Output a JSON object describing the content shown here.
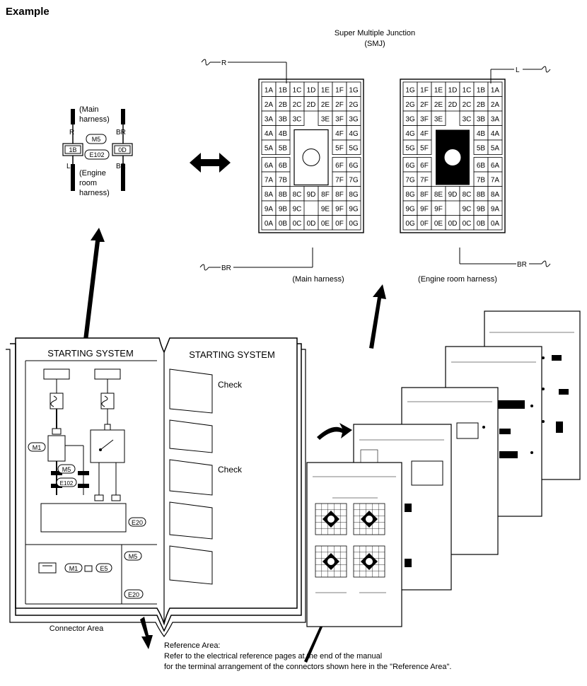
{
  "header": {
    "title": "Example"
  },
  "smj": {
    "title_line1": "Super Multiple Junction",
    "title_line2": "(SMJ)"
  },
  "connector_inset": {
    "main_harness": "(Main harness)",
    "engine_room_harness": "(Engine room harness)",
    "wire_r": "R",
    "wire_l": "L",
    "wire_br_top": "BR",
    "wire_br_bottom": "BR",
    "m5": "M5",
    "e102": "E102",
    "terminal_left": "1B",
    "terminal_right": "0D"
  },
  "panels": {
    "main": {
      "label": "(Main harness)",
      "wire_top": "R",
      "wire_bottom": "BR",
      "rows": [
        [
          "1A",
          "1B",
          "1C",
          "1D",
          "1E",
          "1F",
          "1G"
        ],
        [
          "2A",
          "2B",
          "2C",
          "2D",
          "2E",
          "2F",
          "2G"
        ],
        [
          "3A",
          "3B",
          "3C",
          "",
          "3E",
          "3F",
          "3G"
        ],
        [
          "4A",
          "4B",
          "",
          "",
          "",
          "4F",
          "4G"
        ],
        [
          "5A",
          "5B",
          "",
          "",
          "",
          "5F",
          "5G"
        ],
        [
          "6A",
          "6B",
          "",
          "",
          "",
          "6F",
          "6G"
        ],
        [
          "7A",
          "7B",
          "",
          "",
          "",
          "7F",
          "7G"
        ],
        [
          "8A",
          "8B",
          "8C",
          "9D",
          "8F",
          "8F",
          "8G"
        ],
        [
          "9A",
          "9B",
          "9C",
          "",
          "9E",
          "9F",
          "9G"
        ],
        [
          "0A",
          "0B",
          "0C",
          "0D",
          "0E",
          "0F",
          "0G"
        ]
      ]
    },
    "engine": {
      "label": "(Engine room harness)",
      "wire_top": "L",
      "wire_bottom": "BR",
      "rows": [
        [
          "1G",
          "1F",
          "1E",
          "1D",
          "1C",
          "1B",
          "1A"
        ],
        [
          "2G",
          "2F",
          "2E",
          "2D",
          "2C",
          "2B",
          "2A"
        ],
        [
          "3G",
          "3F",
          "3E",
          "",
          "3C",
          "3B",
          "3A"
        ],
        [
          "4G",
          "4F",
          "",
          "",
          "",
          "4B",
          "4A"
        ],
        [
          "5G",
          "5F",
          "",
          "",
          "",
          "5B",
          "5A"
        ],
        [
          "6G",
          "6F",
          "",
          "",
          "",
          "6B",
          "6A"
        ],
        [
          "7G",
          "7F",
          "",
          "",
          "",
          "7B",
          "7A"
        ],
        [
          "8G",
          "8F",
          "8E",
          "9D",
          "8C",
          "8B",
          "8A"
        ],
        [
          "9G",
          "9F",
          "9F",
          "",
          "9C",
          "9B",
          "9A"
        ],
        [
          "0G",
          "0F",
          "0E",
          "0D",
          "0C",
          "0B",
          "0A"
        ]
      ]
    }
  },
  "book": {
    "left_title": "STARTING SYSTEM",
    "right_title": "STARTING SYSTEM",
    "check_1": "Check",
    "check_2": "Check",
    "m1": "M1",
    "m5": "M5",
    "e102": "E102",
    "e20": "E20",
    "e20_ref": "E20",
    "m5_ref": "M5",
    "bottom_m1": "M1",
    "bottom_e5": "E5"
  },
  "connector_area": "Connector Area",
  "reference": {
    "line1": "Reference Area:",
    "line2": "Refer to the electrical reference pages at the end of the manual",
    "line3": "for the terminal arrangement of the connectors shown here in the \"Reference Area\"."
  }
}
